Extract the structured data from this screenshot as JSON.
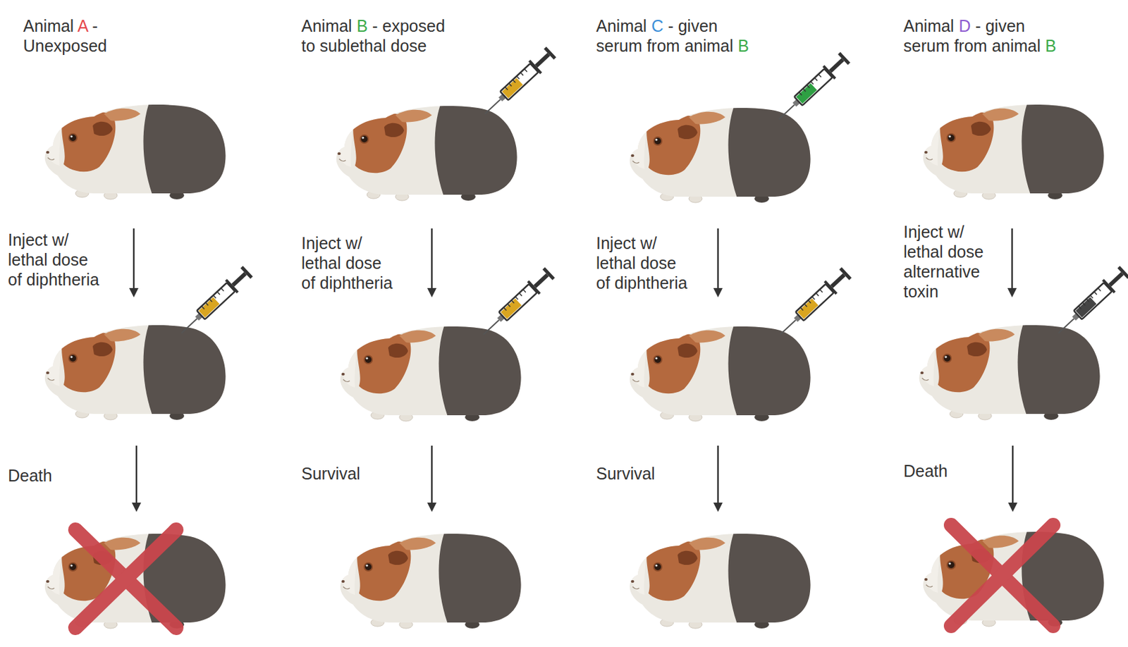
{
  "diagram": {
    "labels": [
      "Animal A - Unexposed",
      "Animal B - exposed to sublethal dose",
      "Animal C - given serum from animal B",
      "Animal D - given serum from animal B",
      "Inject w/ lethal dose of diphtheria",
      "Inject w/ lethal dose of diphtheria",
      "Inject w/ lethal dose of diphtheria",
      "Inject w/ lethal dose alternative toxin",
      "Death",
      "Survival",
      "Survival",
      "Death"
    ]
  }
}
